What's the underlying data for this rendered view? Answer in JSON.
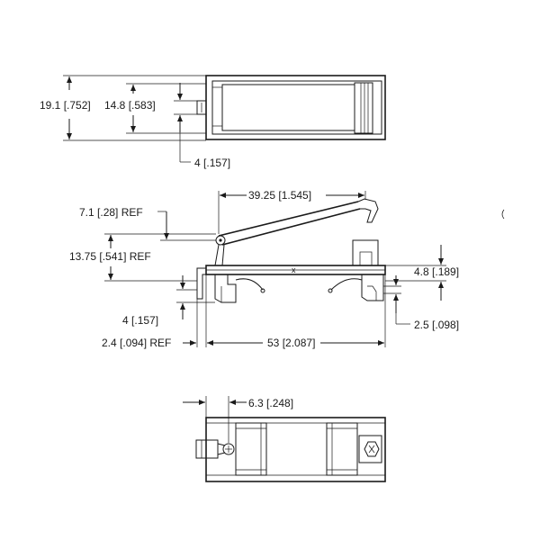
{
  "dimensions": {
    "top_height": {
      "mm": "19.1",
      "in": ".752"
    },
    "top_inner": {
      "mm": "14.8",
      "in": ".583"
    },
    "top_tab": {
      "mm": "4",
      "in": ".157"
    },
    "side_lever_span": {
      "mm": "39.25",
      "in": "1.545"
    },
    "side_pivot_height": {
      "mm": "7.1",
      "in": ".28",
      "suffix": "REF"
    },
    "side_total_height": {
      "mm": "13.75",
      "in": ".541",
      "suffix": "REF"
    },
    "side_base_height": {
      "mm": "4.8",
      "in": ".189"
    },
    "side_foot_height": {
      "mm": "4",
      "in": ".157"
    },
    "side_hook_offset": {
      "mm": "2.4",
      "in": ".094",
      "suffix": "REF"
    },
    "side_length": {
      "mm": "53",
      "in": "2.087"
    },
    "side_clip_gap": {
      "mm": "2.5",
      "in": ".098"
    },
    "bottom_offset": {
      "mm": "6.3",
      "in": ".248"
    }
  },
  "marks": {
    "center_mark": "x"
  }
}
